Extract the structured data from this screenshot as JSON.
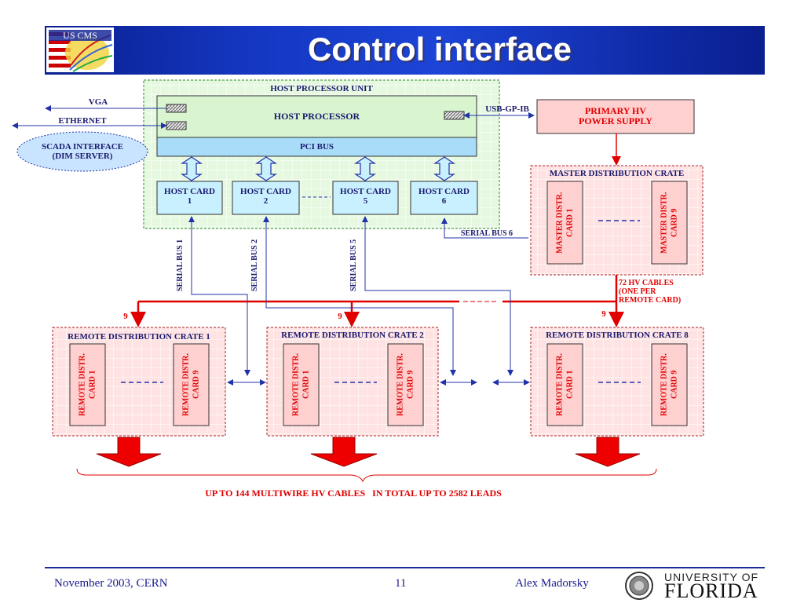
{
  "title": "Control interface",
  "logo_text": "US CMS",
  "host_unit": {
    "title": "HOST PROCESSOR UNIT",
    "processor": "HOST PROCESSOR",
    "pci_bus": "PCI BUS",
    "cards": [
      {
        "line1": "HOST CARD",
        "line2": "1"
      },
      {
        "line1": "HOST CARD",
        "line2": "2"
      },
      {
        "line1": "HOST CARD",
        "line2": "5"
      },
      {
        "line1": "HOST CARD",
        "line2": "6"
      }
    ]
  },
  "interfaces": {
    "vga": "VGA",
    "ethernet": "ETHERNET",
    "scada_line1": "SCADA INTERFACE",
    "scada_line2": "(DIM SERVER)",
    "usb": "USB-GP-IB"
  },
  "primary_hv": {
    "line1": "PRIMARY HV",
    "line2": "POWER SUPPLY"
  },
  "master_crate": {
    "title": "MASTER DISTRIBUTION CRATE",
    "card_first": "MASTER DISTR. CARD 1",
    "card_last": "MASTER DISTR. CARD 9"
  },
  "serial_buses": [
    "SERIAL BUS 1",
    "SERIAL BUS 2",
    "SERIAL BUS 5",
    "SERIAL BUS 6"
  ],
  "hv_cables": {
    "line1": "72 HV CABLES",
    "line2": "(ONE PER",
    "line3": "REMOTE CARD)"
  },
  "nine_labels": [
    "9",
    "9",
    "9"
  ],
  "remote_crates": [
    {
      "title": "REMOTE DISTRIBUTION CRATE 1",
      "card_first": "REMOTE DISTR. CARD 1",
      "card_last": "REMOTE DISTR. CARD 9"
    },
    {
      "title": "REMOTE DISTRIBUTION CRATE 2",
      "card_first": "REMOTE DISTR. CARD 1",
      "card_last": "REMOTE DISTR. CARD 9"
    },
    {
      "title": "REMOTE DISTRIBUTION CRATE 8",
      "card_first": "REMOTE DISTR. CARD 1",
      "card_last": "REMOTE DISTR. CARD 9"
    }
  ],
  "bottom_note": "UP TO 144 MULTIWIRE HV CABLES   IN TOTAL UP TO 2582 LEADS",
  "footer": {
    "left": "November 2003, CERN",
    "page": "11",
    "author": "Alex Madorsky",
    "uni_line1": "UNIVERSITY OF",
    "uni_line2": "FLORIDA"
  },
  "colors": {
    "title_bar": "#1538c4",
    "title_text": "#ffffff",
    "label_text": "#1a1a6e",
    "red": "#e00000",
    "pink_box": "#ffd8d8",
    "green_box": "#d8f5d0",
    "blue_box": "#c8f0ff",
    "line_blue": "#3344aa"
  }
}
